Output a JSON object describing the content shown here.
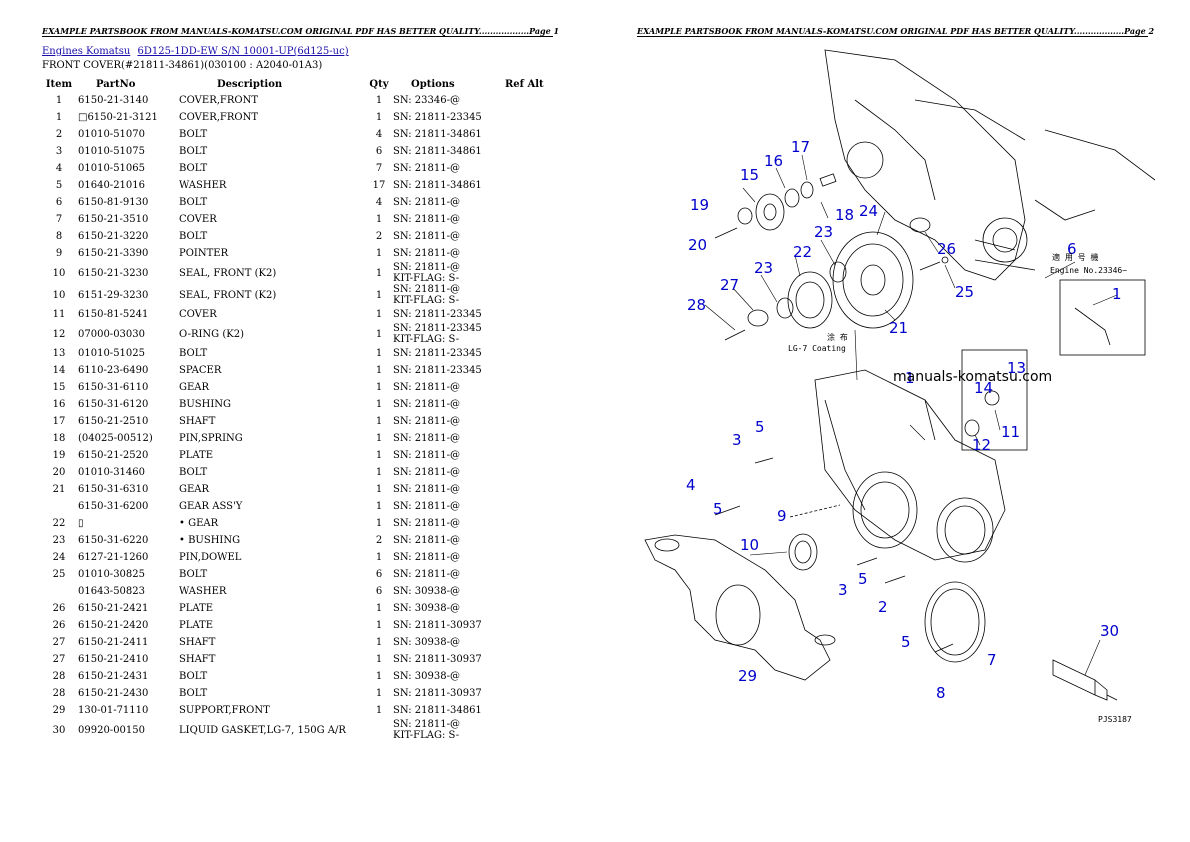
{
  "page1": {
    "header": "EXAMPLE PARTSBOOK FROM MANUALS-KOMATSU.COM ORIGINAL PDF HAS BETTER QUALITY..................Page 1",
    "breadcrumbs": [
      "Engines Komatsu",
      "6D125-1DD-EW S/N 10001-UP(6d125-uc)"
    ],
    "subtitle": "FRONT COVER(#21811-34861)(030100 : A2040-01A3)",
    "columns": [
      "Item",
      "PartNo",
      "Description",
      "Qty",
      "Options",
      "Ref Alt"
    ],
    "rows": [
      {
        "item": "1",
        "part": "6150-21-3140",
        "desc": "COVER,FRONT",
        "qty": "1",
        "opt": "SN: 23346-@"
      },
      {
        "item": "1",
        "part": "□6150-21-3121",
        "desc": "COVER,FRONT",
        "qty": "1",
        "opt": "SN: 21811-23345"
      },
      {
        "item": "2",
        "part": "01010-51070",
        "desc": "BOLT",
        "qty": "4",
        "opt": "SN: 21811-34861"
      },
      {
        "item": "3",
        "part": "01010-51075",
        "desc": "BOLT",
        "qty": "6",
        "opt": "SN: 21811-34861"
      },
      {
        "item": "4",
        "part": "01010-51065",
        "desc": "BOLT",
        "qty": "7",
        "opt": "SN: 21811-@"
      },
      {
        "item": "5",
        "part": "01640-21016",
        "desc": "WASHER",
        "qty": "17",
        "opt": "SN: 21811-34861"
      },
      {
        "item": "6",
        "part": "6150-81-9130",
        "desc": "BOLT",
        "qty": "4",
        "opt": "SN: 21811-@"
      },
      {
        "item": "7",
        "part": "6150-21-3510",
        "desc": "COVER",
        "qty": "1",
        "opt": "SN: 21811-@"
      },
      {
        "item": "8",
        "part": "6150-21-3220",
        "desc": "BOLT",
        "qty": "2",
        "opt": "SN: 21811-@"
      },
      {
        "item": "9",
        "part": "6150-21-3390",
        "desc": "POINTER",
        "qty": "1",
        "opt": "SN: 21811-@"
      },
      {
        "item": "10",
        "part": "6150-21-3230",
        "desc": "SEAL, FRONT (K2)",
        "qty": "1",
        "opt": "SN: 21811-@\nKIT-FLAG: S-"
      },
      {
        "item": "10",
        "part": "6151-29-3230",
        "desc": "SEAL, FRONT (K2)",
        "qty": "1",
        "opt": "SN: 21811-@\nKIT-FLAG: S-"
      },
      {
        "item": "11",
        "part": "6150-81-5241",
        "desc": "COVER",
        "qty": "1",
        "opt": "SN: 21811-23345"
      },
      {
        "item": "12",
        "part": "07000-03030",
        "desc": "O-RING (K2)",
        "qty": "1",
        "opt": "SN: 21811-23345\nKIT-FLAG: S-"
      },
      {
        "item": "13",
        "part": "01010-51025",
        "desc": "BOLT",
        "qty": "1",
        "opt": "SN: 21811-23345"
      },
      {
        "item": "14",
        "part": "6110-23-6490",
        "desc": "SPACER",
        "qty": "1",
        "opt": "SN: 21811-23345"
      },
      {
        "item": "15",
        "part": "6150-31-6110",
        "desc": "GEAR",
        "qty": "1",
        "opt": "SN: 21811-@"
      },
      {
        "item": "16",
        "part": "6150-31-6120",
        "desc": "BUSHING",
        "qty": "1",
        "opt": "SN: 21811-@"
      },
      {
        "item": "17",
        "part": "6150-21-2510",
        "desc": "SHAFT",
        "qty": "1",
        "opt": "SN: 21811-@"
      },
      {
        "item": "18",
        "part": "(04025-00512)",
        "desc": "PIN,SPRING",
        "qty": "1",
        "opt": "SN: 21811-@"
      },
      {
        "item": "19",
        "part": "6150-21-2520",
        "desc": "PLATE",
        "qty": "1",
        "opt": "SN: 21811-@"
      },
      {
        "item": "20",
        "part": "01010-31460",
        "desc": "BOLT",
        "qty": "1",
        "opt": "SN: 21811-@"
      },
      {
        "item": "21",
        "part": "6150-31-6310",
        "desc": "GEAR",
        "qty": "1",
        "opt": "SN: 21811-@"
      },
      {
        "item": "",
        "part": "6150-31-6200",
        "desc": "GEAR ASS'Y",
        "qty": "1",
        "opt": "SN: 21811-@"
      },
      {
        "item": "22",
        "part": "▯",
        "desc": "• GEAR",
        "qty": "1",
        "opt": "SN: 21811-@"
      },
      {
        "item": "23",
        "part": "6150-31-6220",
        "desc": "• BUSHING",
        "qty": "2",
        "opt": "SN: 21811-@"
      },
      {
        "item": "24",
        "part": "6127-21-1260",
        "desc": "PIN,DOWEL",
        "qty": "1",
        "opt": "SN: 21811-@"
      },
      {
        "item": "25",
        "part": "01010-30825",
        "desc": "BOLT",
        "qty": "6",
        "opt": "SN: 21811-@"
      },
      {
        "item": "",
        "part": "01643-50823",
        "desc": "WASHER",
        "qty": "6",
        "opt": "SN: 30938-@"
      },
      {
        "item": "26",
        "part": "6150-21-2421",
        "desc": "PLATE",
        "qty": "1",
        "opt": "SN: 30938-@"
      },
      {
        "item": "26",
        "part": "6150-21-2420",
        "desc": "PLATE",
        "qty": "1",
        "opt": "SN: 21811-30937"
      },
      {
        "item": "27",
        "part": "6150-21-2411",
        "desc": "SHAFT",
        "qty": "1",
        "opt": "SN: 30938-@"
      },
      {
        "item": "27",
        "part": "6150-21-2410",
        "desc": "SHAFT",
        "qty": "1",
        "opt": "SN: 21811-30937"
      },
      {
        "item": "28",
        "part": "6150-21-2431",
        "desc": "BOLT",
        "qty": "1",
        "opt": "SN: 30938-@"
      },
      {
        "item": "28",
        "part": "6150-21-2430",
        "desc": "BOLT",
        "qty": "1",
        "opt": "SN: 21811-30937"
      },
      {
        "item": "29",
        "part": "130-01-71110",
        "desc": "SUPPORT,FRONT",
        "qty": "1",
        "opt": "SN: 21811-34861"
      },
      {
        "item": "30",
        "part": "09920-00150",
        "desc": "LIQUID GASKET,LG-7, 150G A/R",
        "qty": "",
        "opt": "SN: 21811-@\nKIT-FLAG: S-"
      }
    ]
  },
  "page2": {
    "header": "EXAMPLE PARTSBOOK FROM MANUALS-KOMATSU.COM ORIGINAL PDF HAS BETTER QUALITY..................Page 2",
    "watermark": "manuals-komatsu.com",
    "callouts": [
      "1",
      "2",
      "3",
      "3",
      "4",
      "5",
      "5",
      "5",
      "5",
      "6",
      "7",
      "8",
      "9",
      "10",
      "11",
      "12",
      "13",
      "14",
      "15",
      "16",
      "17",
      "18",
      "19",
      "20",
      "21",
      "22",
      "23",
      "23",
      "24",
      "25",
      "26",
      "27",
      "28",
      "29",
      "30",
      "1"
    ],
    "annotations": {
      "coating_jp": "涂 布",
      "coating": "LG-7 Coating",
      "engine_jp": "適 用 号 機",
      "engine_no": "Engine No.23346~",
      "drawing_code": "PJS3187"
    }
  },
  "colors": {
    "callout": "#0000cc",
    "link": "#1a0dab"
  }
}
